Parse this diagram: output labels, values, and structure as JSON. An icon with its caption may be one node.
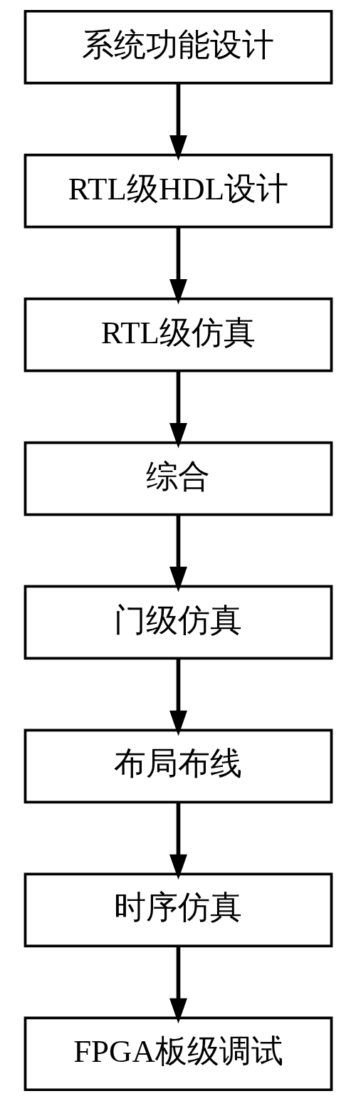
{
  "diagram": {
    "nodes": [
      {
        "text": [
          "系统功能设计"
        ]
      },
      {
        "text": [
          "RTL级HDL设计"
        ]
      },
      {
        "text": [
          "RTL级仿真"
        ]
      },
      {
        "text": [
          "综合"
        ]
      },
      {
        "text": [
          "门级仿真"
        ]
      },
      {
        "text": [
          "布局布线"
        ]
      },
      {
        "text": [
          "时序仿真"
        ]
      },
      {
        "text": [
          "FPGA板级调试"
        ]
      }
    ],
    "edges": [
      {
        "from": 0,
        "to": 1,
        "arrow": "to"
      },
      {
        "from": 1,
        "to": 2,
        "arrow": "to"
      },
      {
        "from": 2,
        "to": 3,
        "arrow": "to"
      },
      {
        "from": 3,
        "to": 4,
        "arrow": "to"
      },
      {
        "from": 4,
        "to": 5,
        "arrow": "to"
      },
      {
        "from": 5,
        "to": 6,
        "arrow": "to"
      },
      {
        "from": 6,
        "to": 7,
        "arrow": "to"
      }
    ]
  }
}
